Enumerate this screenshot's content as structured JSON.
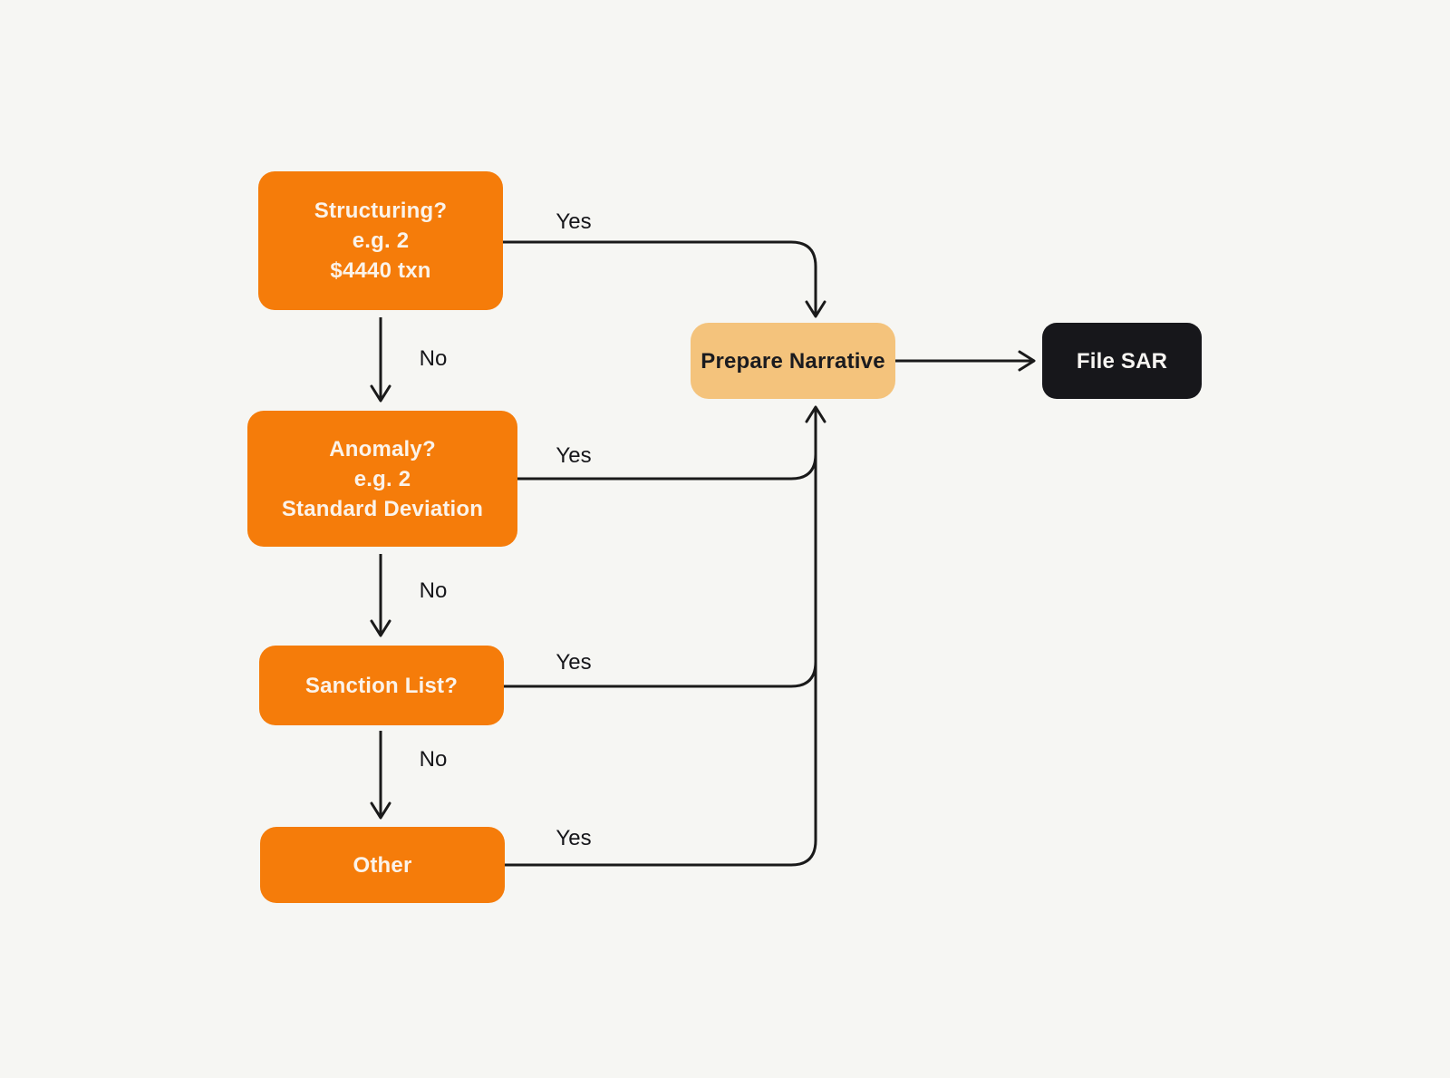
{
  "diagram": {
    "colors": {
      "background": "#F6F6F3",
      "node_orange": "#F57C0A",
      "node_tan": "#F4C37C",
      "node_black": "#17171B",
      "edge_line": "#1A1A1A",
      "text_on_orange": "#FBF3EA",
      "text_on_tan": "#1B1B1F",
      "text_on_black": "#F7F5F2"
    },
    "nodes": {
      "structuring": {
        "lines": [
          "Structuring?",
          "e.g. 2",
          "$4440 txn"
        ]
      },
      "anomaly": {
        "lines": [
          "Anomaly?",
          "e.g. 2",
          "Standard Deviation"
        ]
      },
      "sanction": {
        "lines": [
          "Sanction List?"
        ]
      },
      "other": {
        "lines": [
          "Other"
        ]
      },
      "prepare": {
        "lines": [
          "Prepare Narrative"
        ]
      },
      "file_sar": {
        "lines": [
          "File SAR"
        ]
      }
    },
    "edges": {
      "structuring_yes": "Yes",
      "structuring_no": "No",
      "anomaly_yes": "Yes",
      "anomaly_no": "No",
      "sanction_yes": "Yes",
      "sanction_no": "No",
      "other_yes": "Yes"
    }
  }
}
